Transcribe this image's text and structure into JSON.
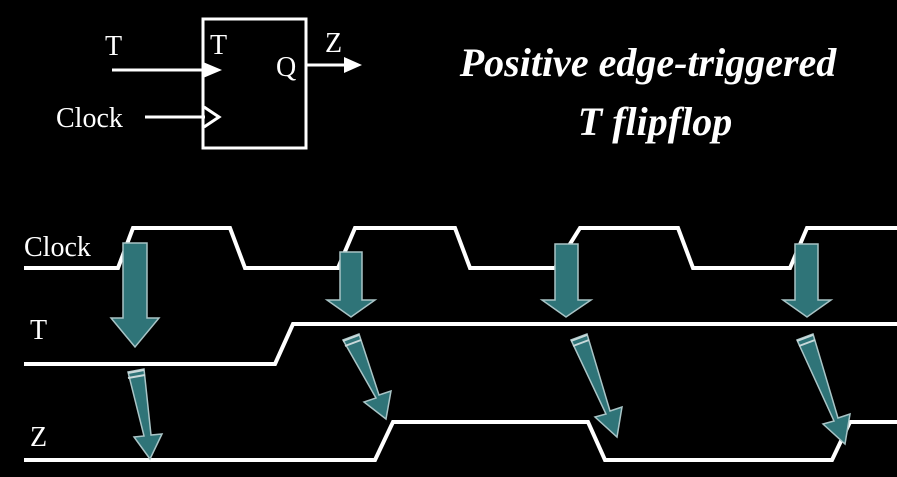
{
  "flipflop": {
    "input_t_label": "T",
    "input_clock_label": "Clock",
    "pin_t_label": "T",
    "pin_q_label": "Q",
    "output_label": "Z"
  },
  "title": {
    "line1": "Positive edge-triggered",
    "line2": "T flipflop"
  },
  "timing": {
    "signals": [
      {
        "name": "Clock"
      },
      {
        "name": "T"
      },
      {
        "name": "Z"
      }
    ]
  },
  "colors": {
    "background": "#000000",
    "foreground": "#ffffff",
    "arrow": "#2f7478"
  }
}
